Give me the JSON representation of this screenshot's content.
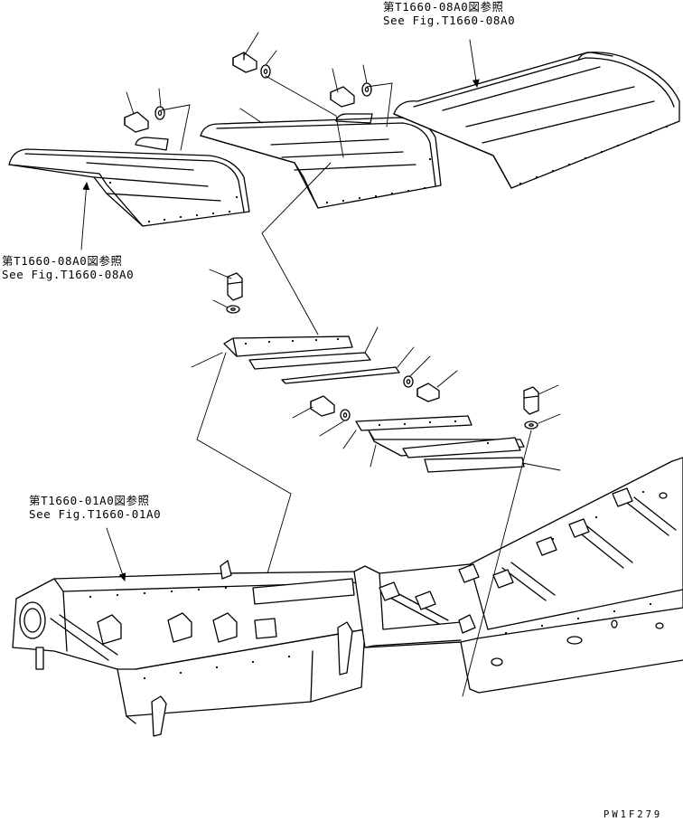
{
  "references": {
    "top_right": {
      "line1": "第T1660-08A0図参照",
      "line2": "See Fig.T1660-08A0"
    },
    "left": {
      "line1": "第T1660-08A0図参照",
      "line2": "See Fig.T1660-08A0"
    },
    "frame": {
      "line1": "第T1660-01A0図参照",
      "line2": "See Fig.T1660-01A0"
    }
  },
  "drawing_code": "PW1F279"
}
